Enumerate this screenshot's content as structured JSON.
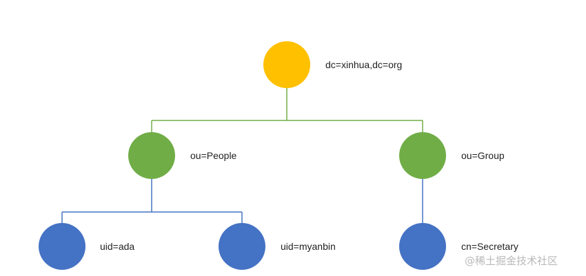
{
  "colors": {
    "root": "#FFC000",
    "ou": "#70AD47",
    "leaf": "#4472C4",
    "green_line": "#70AD47",
    "blue_line": "#4472C4",
    "watermark": "#B9B9B9"
  },
  "tree": {
    "root": {
      "label": "dc=xinhua,dc=org"
    },
    "people": {
      "label": "ou=People"
    },
    "group": {
      "label": "ou=Group"
    },
    "ada": {
      "label": "uid=ada"
    },
    "myanbin": {
      "label": "uid=myanbin"
    },
    "secretary": {
      "label": "cn=Secretary"
    }
  },
  "watermark": "@稀土掘金技术社区"
}
